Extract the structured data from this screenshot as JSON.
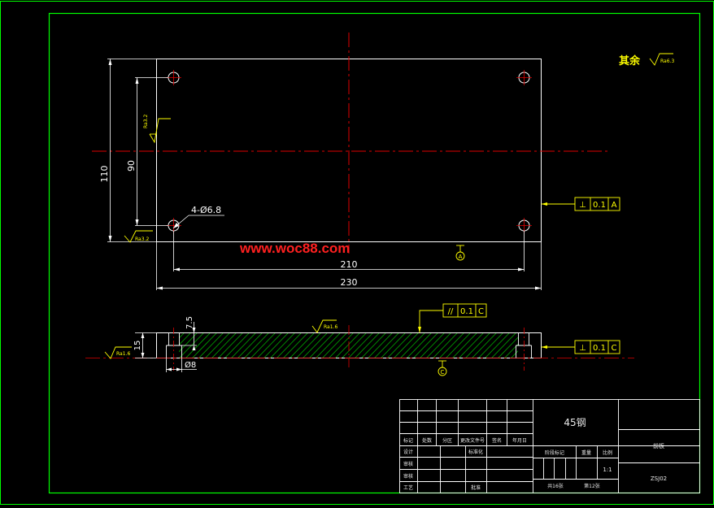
{
  "colors": {
    "background": "#000000",
    "frame": "#00ff00",
    "centerline": "#e00000",
    "dimension": "#ffff00",
    "part": "#ffffff",
    "hatch": "#00aa00",
    "watermark": "#ff2020",
    "titleblock_text": "#e8e8e8"
  },
  "plan_view": {
    "dim_length": "230",
    "dim_hole_spacing_x": "210",
    "dim_width": "110",
    "dim_hole_spacing_y": "90",
    "hole_callout": "4-Ø6.8",
    "roughness_side": "Ra3.2",
    "roughness_bottom": "Ra3.2",
    "datum_label": "A",
    "tolerance_symbol": "⊥",
    "tolerance_value": "0.1",
    "tolerance_datum": "A"
  },
  "section_view": {
    "dim_thickness": "15",
    "dim_counterbore_depth": "7.5",
    "dim_counterbore_dia": "Ø8",
    "roughness_top": "Ra1.6",
    "roughness_left": "Ra1.6",
    "datum_label": "C",
    "parallel_symbol": "//",
    "parallel_value": "0.1",
    "parallel_datum": "C",
    "perp_symbol": "⊥",
    "perp_value": "0.1",
    "perp_datum": "C"
  },
  "notes": {
    "rest_label": "其余",
    "rest_roughness": "Ra6.3"
  },
  "watermark": "www.woc88.com",
  "title_block": {
    "material": "45钢",
    "part_name": "前板",
    "drawing_no": "ZSJ02",
    "header_cells": [
      "标记",
      "处数",
      "分区",
      "更改文件号",
      "签名",
      "年月日"
    ],
    "design": "设计",
    "standardize": "标准化",
    "check": "审核",
    "review": "审核",
    "process": "工艺",
    "approve": "批准",
    "stage_mark": "阶段标记",
    "weight": "重量",
    "scale_label": "比例",
    "scale_value": "1:1",
    "sheets_total": "共16张",
    "sheet_no": "第12张"
  }
}
